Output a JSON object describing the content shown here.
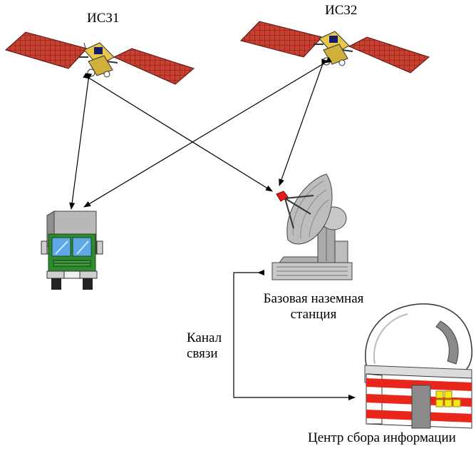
{
  "labels": {
    "satellite1": "ИСЗ1",
    "satellite2": "ИСЗ2",
    "station_line1": "Базовая наземная",
    "station_line2": "станция",
    "channel_line1": "Канал",
    "channel_line2": "связи",
    "center": "Центр сбора информации"
  },
  "icons": [
    "satellite-icon",
    "satellite-icon",
    "truck-icon",
    "satellite-dish-icon",
    "data-center-building-icon"
  ],
  "colors": {
    "panel": "#c0392b",
    "panel_grid": "#7a1a12",
    "satellite_body": "#e8c84a",
    "truck_cab": "#2f8a2f",
    "truck_box": "#b8b8b8",
    "glass": "#5fa8e8",
    "dish": "#bdbdbd",
    "stripe": "#e8261b",
    "window": "#f4e81a"
  }
}
